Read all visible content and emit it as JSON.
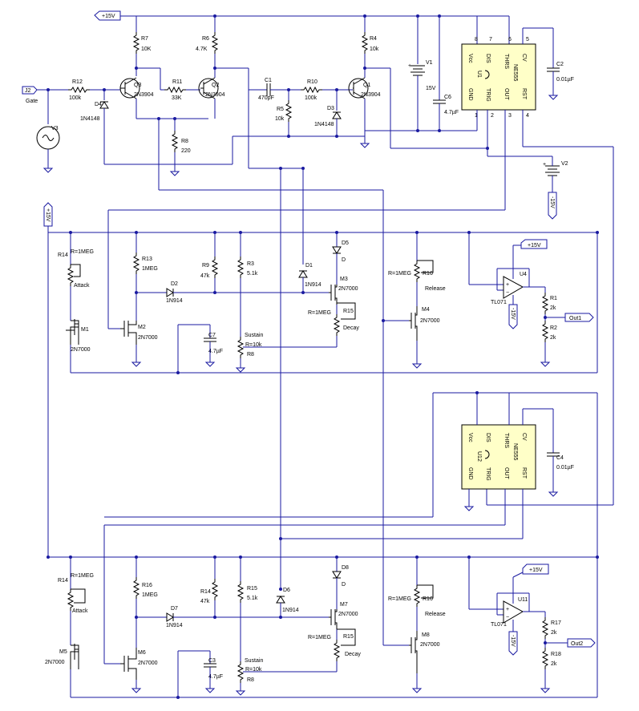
{
  "rails": {
    "pos15": "+15V",
    "neg15": "-15V",
    "pos15_side": "+15V"
  },
  "input": {
    "jack": "J2",
    "gate": "Gate",
    "source": "V3"
  },
  "top_section": {
    "R7": "R7",
    "R7v": "10K",
    "R6": "R6",
    "R6v": "4.7K",
    "R4": "R4",
    "R4v": "10k",
    "R12": "R12",
    "R12v": "100k",
    "R11": "R11",
    "R11v": "33K",
    "R10": "R10",
    "R10v": "100k",
    "R5": "R5",
    "R5v": "10k",
    "R8": "R8",
    "R8v": "220",
    "Q3": "Q3",
    "Q3t": "2N3904",
    "Q2": "Q2",
    "Q2t": "2N3904",
    "Q1": "Q1",
    "Q1t": "2N3904",
    "C1": "C1",
    "C1v": "470pF",
    "D4": "D4",
    "D4t": "1N4148",
    "D3": "D3",
    "D3t": "1N4148",
    "V1": "V1",
    "V1v": "15V",
    "C6": "C6",
    "C6v": "4.7µF",
    "V2": "V2",
    "C2": "C2",
    "C2v": "0.01µF"
  },
  "timer_u1": {
    "name": "U1",
    "part": "NE555",
    "pins": {
      "vcc": "Vcc",
      "dis": "DIS",
      "thrs": "THRS",
      "cv": "CV",
      "gnd": "GND",
      "trig": "TRIG",
      "out": "OUT",
      "rst": "RST"
    },
    "pin_numbers": [
      "8",
      "7",
      "6",
      "5",
      "1",
      "2",
      "3",
      "4"
    ]
  },
  "timer_u12": {
    "name": "U12",
    "part": "NE555",
    "C4": "C4",
    "C4v": "0.01µF",
    "pins": {
      "vcc": "Vcc",
      "dis": "DIS",
      "thrs": "THRS",
      "cv": "CV",
      "gnd": "GND",
      "trig": "TRIG",
      "out": "OUT",
      "rst": "RST"
    }
  },
  "adsr1": {
    "R14": "R14",
    "R14v": "R=1MEG",
    "attack": "Attack",
    "R13": "R13",
    "R13v": "1MEG",
    "R9": "R9",
    "R9v": "47k",
    "R3": "R3",
    "R3v": "5.1k",
    "D2": "D2",
    "D2t": "1N914",
    "D1": "D1",
    "D1t": "1N914",
    "D5": "D5",
    "D5t": "D",
    "M1": "M1",
    "M1t": "2N7000",
    "M2": "M2",
    "M2t": "2N7000",
    "M3": "M3",
    "M3t": "2N7000",
    "M4": "M4",
    "M4t": "2N7000",
    "C7": "C7",
    "C7v": "4.7µF",
    "sustain": "Sustain",
    "R8": "R8",
    "R8v": "R=10k",
    "R15": "R15",
    "R15v": "R=1MEG",
    "decay": "Decay",
    "R16": "R16",
    "R16v": "R=1MEG",
    "release": "Release",
    "U4": "U4",
    "U4t": "TL071",
    "pos15": "+15V",
    "neg15": "-15V",
    "R1": "R1",
    "R1v": "2k",
    "R2": "R2",
    "R2v": "2k",
    "out": "Out1"
  },
  "adsr2": {
    "R14": "R14",
    "R14v": "R=1MEG",
    "attack": "Attack",
    "R16": "R16",
    "R16v": "1MEG",
    "R14b": "R14",
    "R14bv": "47k",
    "R15": "R15",
    "R15v": "5.1k",
    "D7": "D7",
    "D7t": "1N914",
    "D6": "D6",
    "D6t": "1N914",
    "D8": "D8",
    "D8t": "D",
    "M5": "M5",
    "M5t": "2N7000",
    "M6": "M6",
    "M6t": "2N7000",
    "M7": "M7",
    "M7t": "2N7000",
    "M8": "M8",
    "M8t": "2N7000",
    "C3": "C3",
    "C3v": "4.7µF",
    "sustain": "Sustain",
    "R8": "R8",
    "R8v": "R=10k",
    "R15d": "R15",
    "R15dv": "R=1MEG",
    "decay": "Decay",
    "R16r": "R16",
    "R16rv": "R=1MEG",
    "release": "Release",
    "U11": "U11",
    "U11t": "TL071",
    "pos15": "+15V",
    "neg15": "-15V",
    "R17": "R17",
    "R17v": "2k",
    "R18": "R18",
    "R18v": "2k",
    "out": "Out2"
  }
}
